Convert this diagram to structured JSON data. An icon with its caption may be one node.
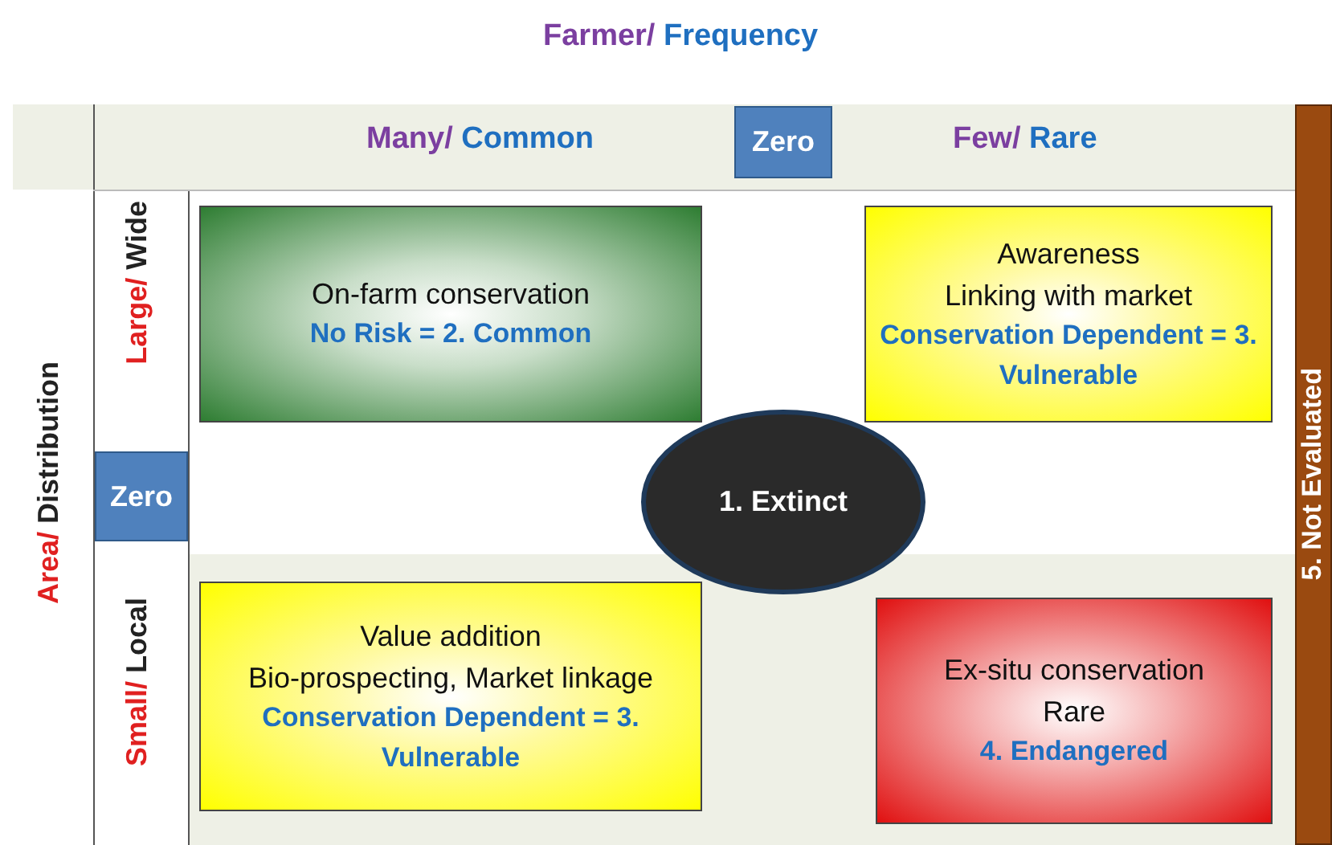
{
  "diagram": {
    "nodes": [
      {
        "text": [
          "Zero"
        ]
      },
      {
        "text": [
          "Zero"
        ]
      },
      {
        "text": [
          "On-farm conservation",
          "No Risk = 2. Common"
        ]
      },
      {
        "text": [
          "Awareness",
          "Linking with market",
          "Conservation Dependent = 3. Vulnerable"
        ]
      },
      {
        "text": [
          "1. Extinct"
        ]
      },
      {
        "text": [
          "Value addition",
          "Bio-prospecting, Market linkage",
          "Conservation Dependent = 3. Vulnerable"
        ]
      },
      {
        "text": [
          "Ex-situ conservation",
          "Rare",
          "4. Endangered"
        ]
      },
      {
        "text": [
          "5. Not Evaluated"
        ]
      }
    ],
    "labels": [
      "Farmer/ Frequency",
      "Many/ Common",
      "Few/ Rare",
      "Area/ Distribution",
      "Large/ Wide",
      "Small/ Local"
    ]
  }
}
